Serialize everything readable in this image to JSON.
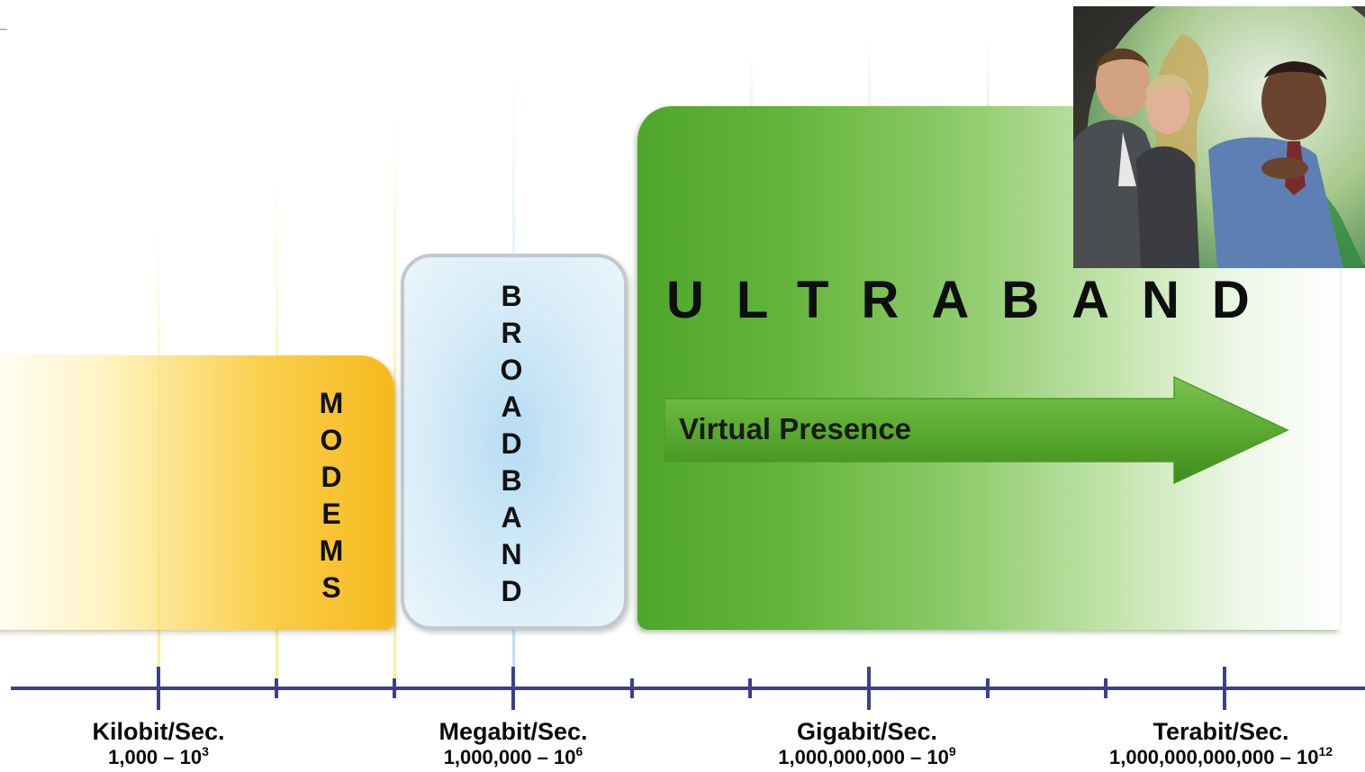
{
  "diagram": {
    "modems_label": [
      "M",
      "O",
      "D",
      "E",
      "M",
      "S"
    ],
    "broadband_label": [
      "B",
      "R",
      "O",
      "A",
      "D",
      "B",
      "A",
      "N",
      "D"
    ],
    "ultraband_title": "ULTRABAND",
    "virtual_presence": "Virtual Presence",
    "axis": [
      {
        "unit": "Kilobit/Sec.",
        "range": "1,000 – 10",
        "exp": "3"
      },
      {
        "unit": "Megabit/Sec.",
        "range": "1,000,000 – 10",
        "exp": "6"
      },
      {
        "unit": "Gigabit/Sec.",
        "range": "1,000,000,000 – 10",
        "exp": "9"
      },
      {
        "unit": "Terabit/Sec.",
        "range": "1,000,000,000,000 – 10",
        "exp": "12"
      }
    ]
  },
  "colors": {
    "modems": "#f6b91d",
    "broadband": "#b6dcf3",
    "ultraband": "#4fa62b",
    "axis": "#3d3f8f"
  }
}
